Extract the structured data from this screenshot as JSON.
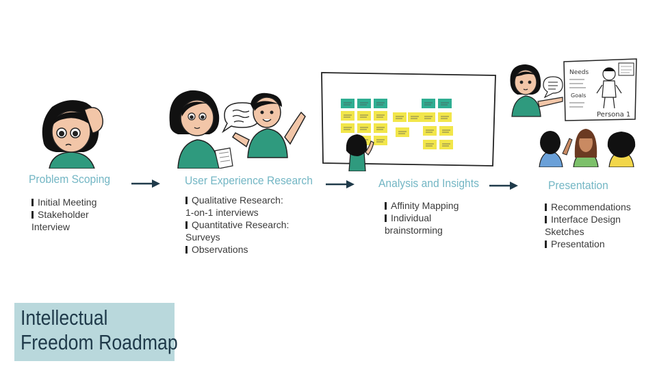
{
  "stages": [
    {
      "title": "Problem Scoping",
      "lines": [
        "Initial Meeting",
        "Stakeholder",
        "Interview"
      ],
      "bullets": [
        true,
        true,
        false
      ]
    },
    {
      "title": "User Experience Research",
      "lines": [
        "Qualitative Research:",
        "1-on-1 interviews",
        "Quantitative Research:",
        "Surveys",
        "Observations"
      ],
      "bullets": [
        true,
        false,
        true,
        false,
        true
      ]
    },
    {
      "title": "Analysis and Insights",
      "lines": [
        "Affinity Mapping",
        "Individual",
        "brainstorming"
      ],
      "bullets": [
        true,
        true,
        false
      ]
    },
    {
      "title": "Presentation",
      "lines": [
        "Recommendations",
        "Interface Design",
        "Sketches",
        "Presentation"
      ],
      "bullets": [
        true,
        true,
        false,
        true
      ]
    }
  ],
  "board_labels": {
    "needs": "Needs",
    "goals": "Goals",
    "persona": "Persona 1"
  },
  "badge": {
    "line1": "Intellectual",
    "line2": "Freedom Roadmap"
  },
  "colors": {
    "title": "#73b6c4",
    "badge_bg": "#b9d8dc",
    "badge_text": "#1f3a4a",
    "shirt": "#2f9a7e",
    "sticky_yellow": "#f2e64a",
    "sticky_teal": "#2fae92",
    "arrow": "#1f3a4a"
  }
}
